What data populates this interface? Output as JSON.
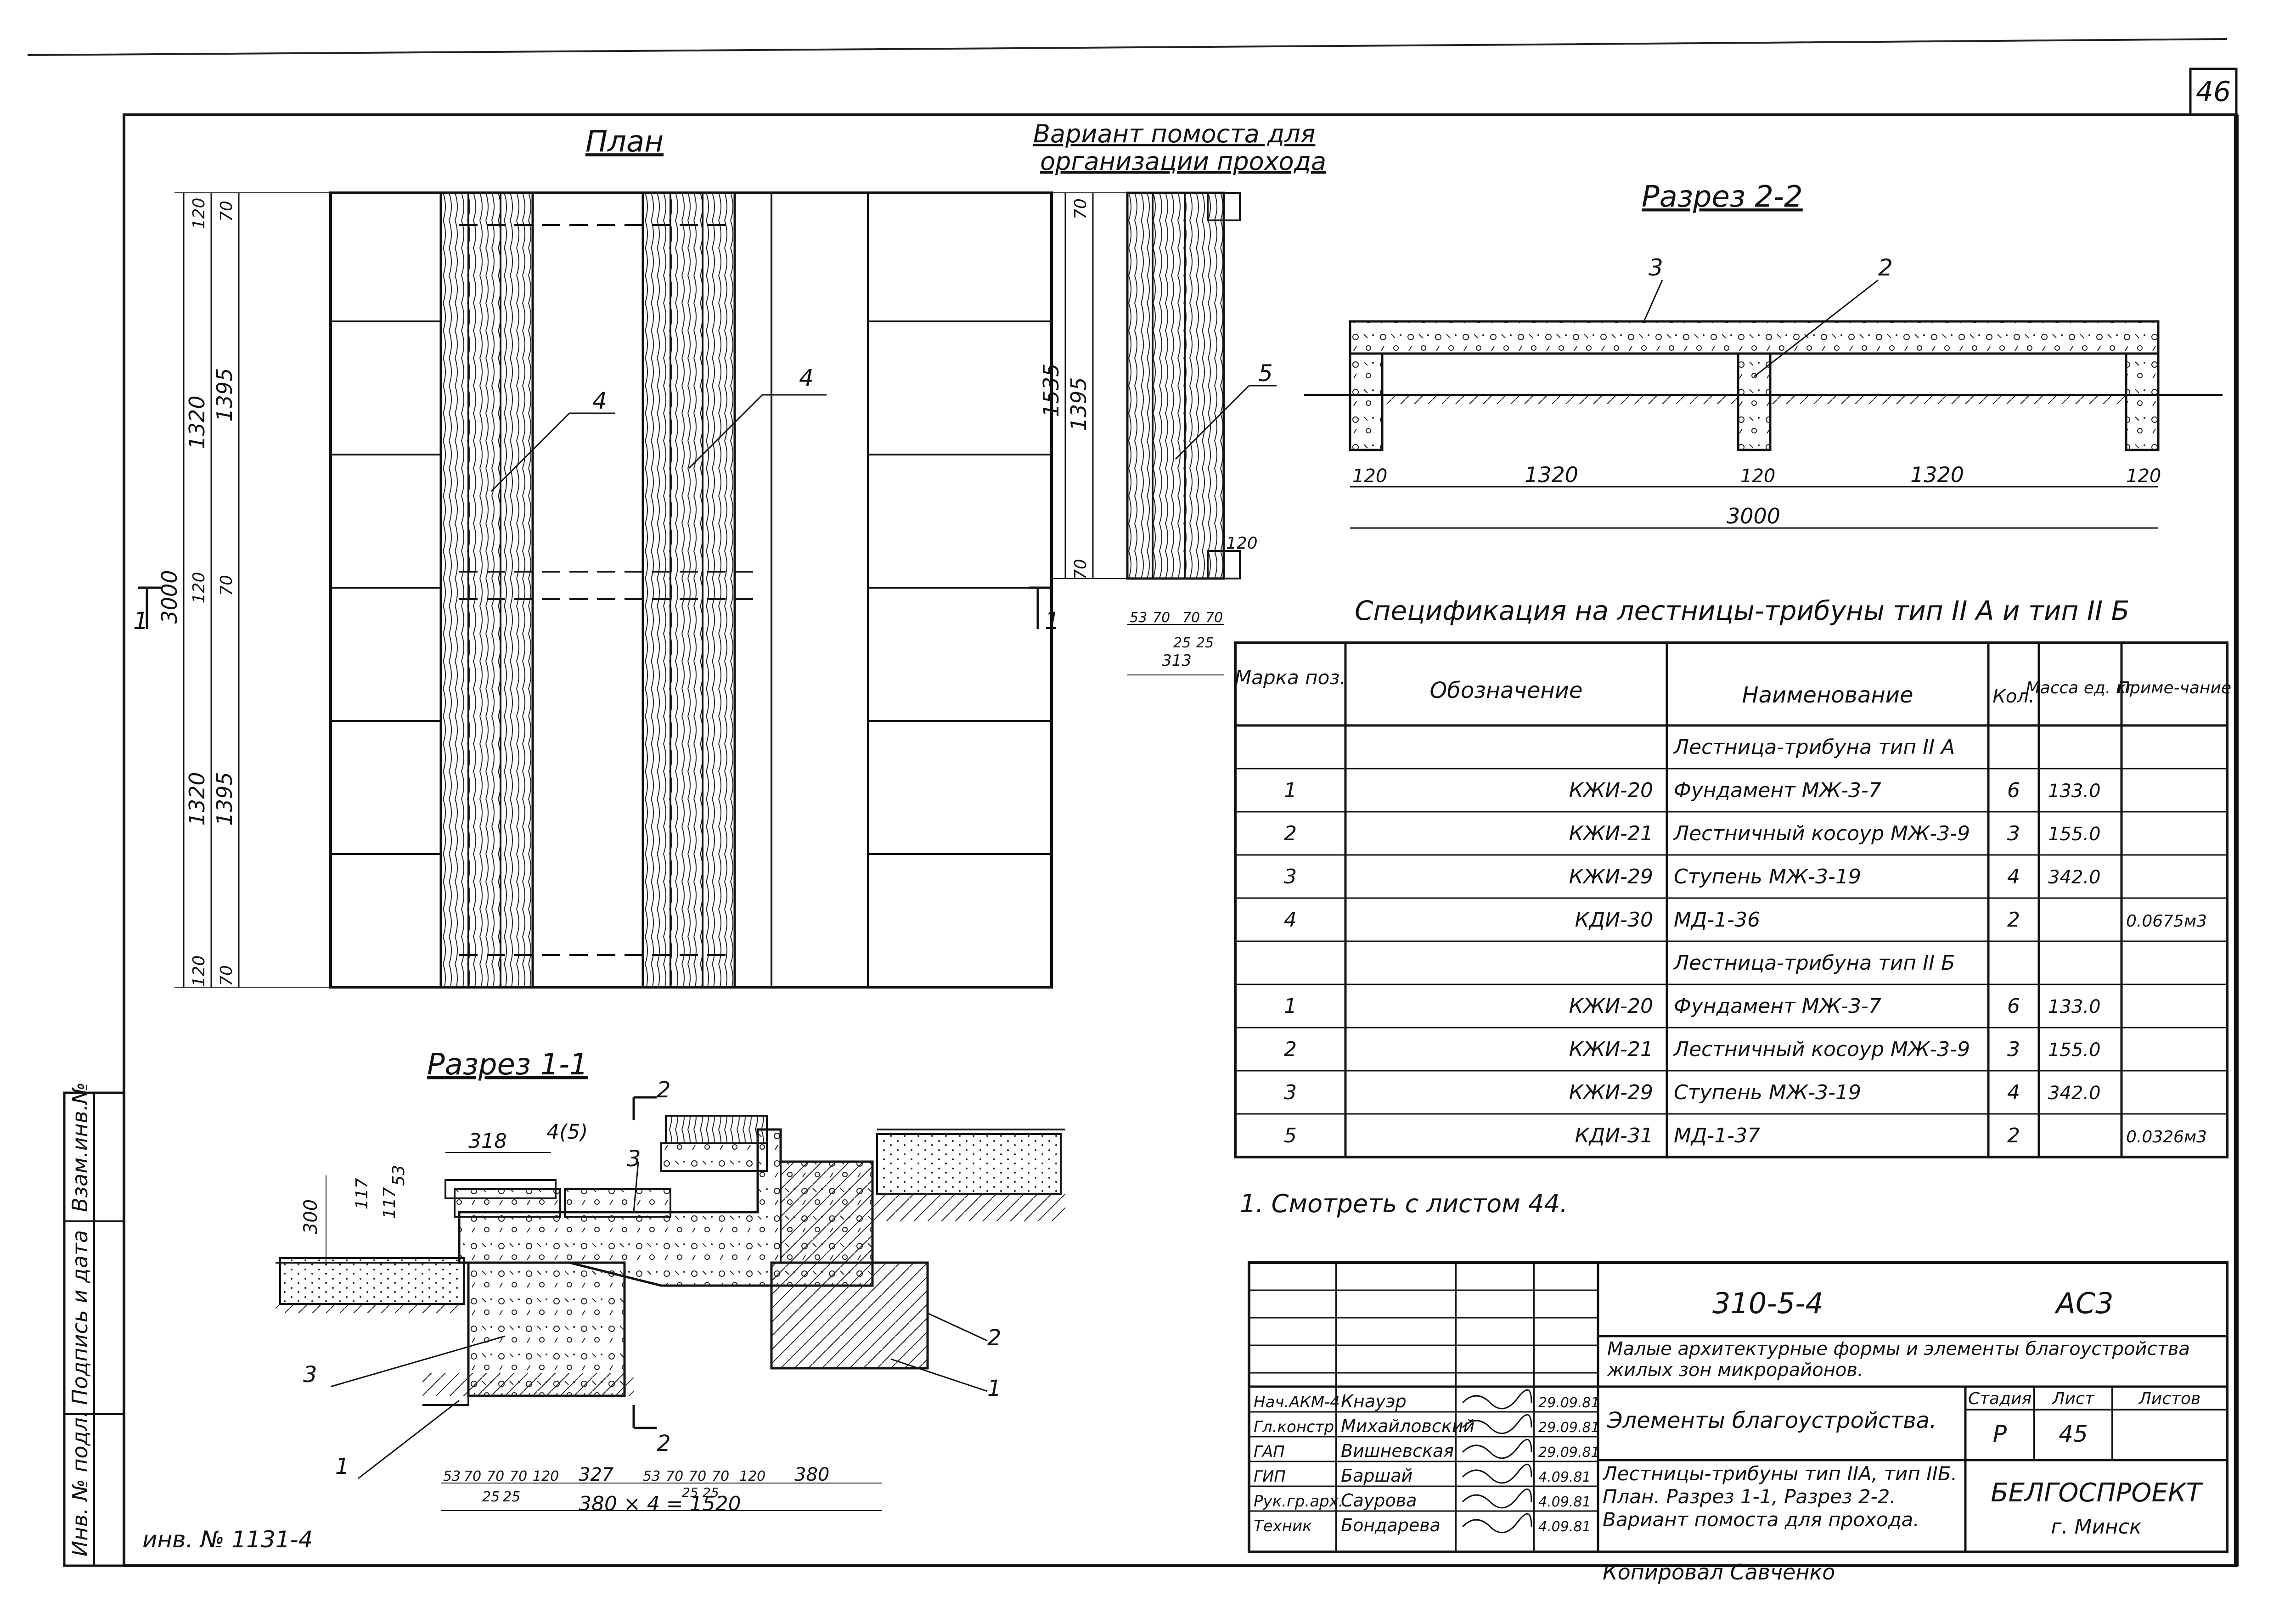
{
  "sheet": {
    "page_number": "46",
    "inventory_number": "инв. № 1131-4",
    "copied_by": "Копировал   Савченко",
    "note": "1. Смотреть с листом 44."
  },
  "side_stamp": {
    "col1": "Инв. № подл.",
    "col2": "Подпись и дата",
    "col3": "Взам.инв.№"
  },
  "plan": {
    "title": "План",
    "dims_outer": [
      "3000"
    ],
    "dims_mid": [
      "1320",
      "1320"
    ],
    "dims_inner": [
      "1395",
      "1395"
    ],
    "dims_small": [
      "120",
      "70",
      "120",
      "70",
      "120",
      "70"
    ],
    "leaders": [
      "4",
      "4"
    ],
    "section_marks": [
      "1",
      "1"
    ]
  },
  "variant": {
    "title_line1": "Вариант помоста для",
    "title_line2": "организации прохода",
    "dims_v": [
      "1535",
      "1395",
      "70",
      "70",
      "120"
    ],
    "dims_h": [
      "53",
      "70",
      "70",
      "70",
      "25",
      "25",
      "313"
    ],
    "leader": "5"
  },
  "section22": {
    "title": "Разрез 2-2",
    "leaders": [
      "3",
      "2"
    ],
    "dims": [
      "120",
      "1320",
      "120",
      "1320",
      "120"
    ],
    "total": "3000"
  },
  "section11": {
    "title": "Разрез 1-1",
    "dims_top": [
      "318",
      "4(5)"
    ],
    "dims_left": [
      "53",
      "117",
      "117",
      "300"
    ],
    "leaders": [
      "3",
      "2",
      "1",
      "3",
      "1"
    ],
    "section_marks": [
      "2",
      "2"
    ],
    "dims_bottom": [
      "53",
      "70",
      "70",
      "70",
      "120",
      "327",
      "53",
      "70",
      "70",
      "70",
      "120",
      "380",
      "25",
      "25",
      "25",
      "25"
    ],
    "total": "380 × 4  =  1520"
  },
  "spec": {
    "title": "Спецификация  на  лестницы-трибуны  тип II А  и  тип II Б",
    "headers": [
      "Марка поз.",
      "Обозначение",
      "Наименование",
      "Кол.",
      "Масса ед. кг",
      "Приме-чание"
    ],
    "rows": [
      [
        "",
        "",
        "Лестница-трибуна тип II А",
        "",
        "",
        ""
      ],
      [
        "1",
        "КЖИ-20",
        "Фундамент  МЖ-3-7",
        "6",
        "133.0",
        ""
      ],
      [
        "2",
        "КЖИ-21",
        "Лестничный косоур МЖ-3-9",
        "3",
        "155.0",
        ""
      ],
      [
        "3",
        "КЖИ-29",
        "Ступень  МЖ-3-19",
        "4",
        "342.0",
        ""
      ],
      [
        "4",
        "КДИ-30",
        "МД-1-36",
        "2",
        "",
        "0.0675м3"
      ],
      [
        "",
        "",
        "Лестница-трибуна тип II Б",
        "",
        "",
        ""
      ],
      [
        "1",
        "КЖИ-20",
        "Фундамент  МЖ-3-7",
        "6",
        "133.0",
        ""
      ],
      [
        "2",
        "КЖИ-21",
        "Лестничный косоур МЖ-3-9",
        "3",
        "155.0",
        ""
      ],
      [
        "3",
        "КЖИ-29",
        "Ступень  МЖ-3-19",
        "4",
        "342.0",
        ""
      ],
      [
        "5",
        "КДИ-31",
        "МД-1-37",
        "2",
        "",
        "0.0326м3"
      ]
    ]
  },
  "title_block": {
    "code": "310-5-4",
    "mark": "АС3",
    "project": "Малые архитектурные формы и элементы благоустройства жилых зон микрорайонов.",
    "object": "Элементы благоустройства.",
    "stage_label": "Стадия",
    "sheet_label": "Лист",
    "sheets_label": "Листов",
    "stage": "Р",
    "sheet": "45",
    "sheets": "",
    "drawing": "Лестницы-трибуны тип IIА, тип IIБ. План. Разрез 1-1, Разрез 2-2. Вариант помоста для прохода.",
    "org": "БЕЛГОСПРОЕКТ",
    "city": "г. Минск",
    "people": [
      {
        "role": "Нач.АКМ-4",
        "name": "Кнауэр",
        "date": "29.09.81"
      },
      {
        "role": "Гл.констр.",
        "name": "Михайловский",
        "date": "29.09.81"
      },
      {
        "role": "ГАП",
        "name": "Вишневская",
        "date": "29.09.81"
      },
      {
        "role": "ГИП",
        "name": "Баршай",
        "date": "4.09.81"
      },
      {
        "role": "Рук.гр.арх.",
        "name": "Саурова",
        "date": "4.09.81"
      },
      {
        "role": "Техник",
        "name": "Бондарева",
        "date": "4.09.81"
      }
    ]
  }
}
